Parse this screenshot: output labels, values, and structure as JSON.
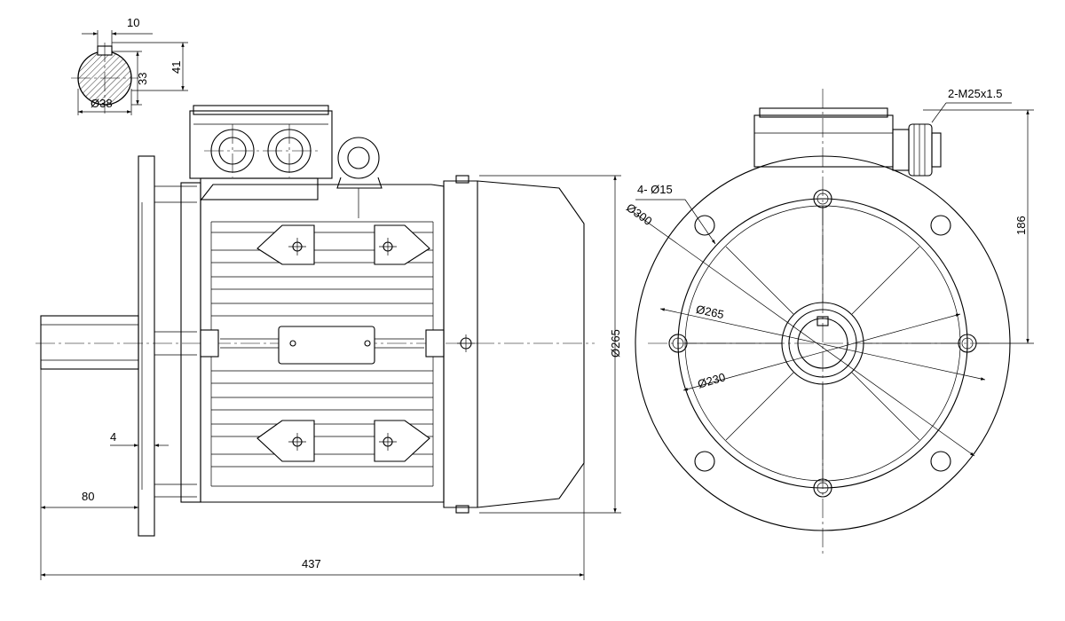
{
  "dimensions": {
    "key_width": "10",
    "key_depth": "33",
    "shaft_height": "41",
    "shaft_diameter": "Ø38",
    "flange_offset": "4",
    "shaft_length": "80",
    "overall_length": "437",
    "body_diameter": "Ø265",
    "bolt_holes": "4-  Ø15",
    "flange_outer_diameter": "Ø300",
    "pitch_circle_diameter": "Ø265",
    "spigot_diameter": "Ø230",
    "cable_gland": "2-M25x1.5",
    "terminal_box_height": "186"
  },
  "colors": {
    "line": "#000000",
    "background": "#ffffff"
  }
}
